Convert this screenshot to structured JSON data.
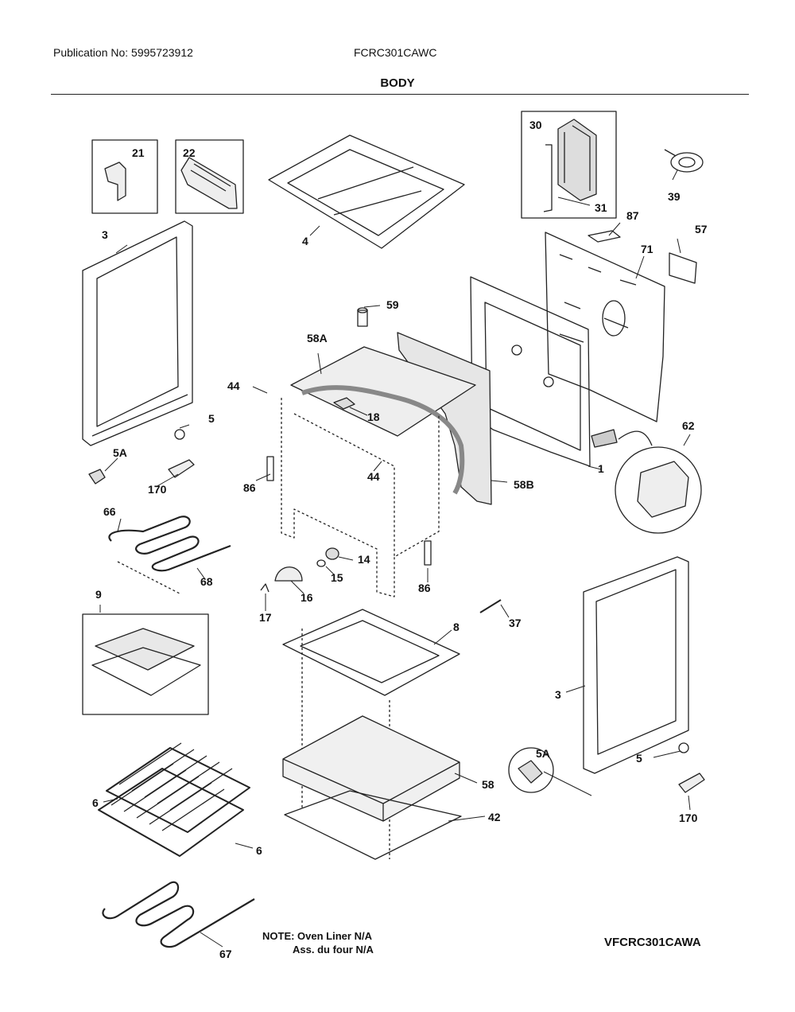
{
  "header": {
    "publication": "Publication No: 5995723912",
    "model": "FCRC301CAWC",
    "section_title": "BODY"
  },
  "note": {
    "line1": "NOTE: Oven Liner N/A",
    "line2": "Ass. du four N/A"
  },
  "diagram_id": "VFCRC301CAWA",
  "callouts": {
    "p21": "21",
    "p22": "22",
    "p3a": "3",
    "p4": "4",
    "p30": "30",
    "p31": "31",
    "p39": "39",
    "p87": "87",
    "p57": "57",
    "p71": "71",
    "p59": "59",
    "p58a": "58A",
    "p44a": "44",
    "p18": "18",
    "p5a": "5",
    "p5Aa": "5A",
    "p170a": "170",
    "p86a": "86",
    "p44b": "44",
    "p58b": "58B",
    "p1": "1",
    "p62": "62",
    "p66": "66",
    "p68": "68",
    "p14": "14",
    "p15": "15",
    "p16": "16",
    "p17": "17",
    "p86b": "86",
    "p9": "9",
    "p8": "8",
    "p37": "37",
    "p3b": "3",
    "p5Ab": "5A",
    "p5b": "5",
    "p170b": "170",
    "p58": "58",
    "p42": "42",
    "p6a": "6",
    "p6b": "6",
    "p67": "67"
  }
}
